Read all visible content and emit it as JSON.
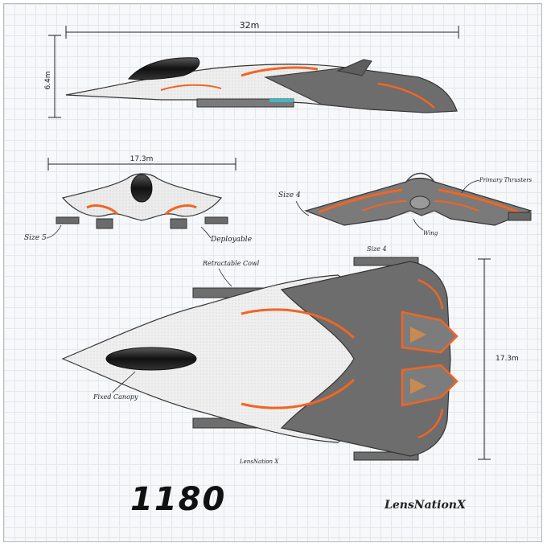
{
  "sheet": {
    "model_name": "1180",
    "signature": "LensNationX",
    "small_signature": "LensNation X"
  },
  "dimensions": {
    "side_length": "32m",
    "side_height": "6.4m",
    "front_width": "17.3m",
    "top_width": "17.3m"
  },
  "annotations": {
    "front_gun": "Size 5",
    "front_deploy": "Deployable",
    "rear_gun": "Size 4",
    "rear_thrusters": "Primary Thrusters",
    "rear_wing": "Wing",
    "top_cowl": "Retractable Cowl",
    "top_gun": "Size 4",
    "top_canopy": "Fixed Canopy"
  },
  "colors": {
    "accent": "#f26522",
    "hull_light": "#ececec",
    "hull_dark": "#6b6b6b",
    "canopy": "#1a1a1a",
    "grid": "#e4e7ec"
  }
}
